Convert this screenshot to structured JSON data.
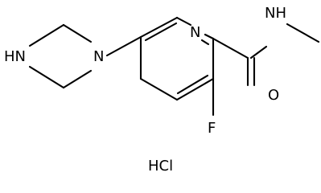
{
  "molecule": {
    "atoms": {
      "piperazine_nh": "HN",
      "piperazine_n": "N",
      "pyridine_n": "N",
      "amide_nh": "NH",
      "carbonyl_o": "O",
      "fluorine": "F"
    },
    "salt": "HCl"
  },
  "colors": {
    "bond": "#000000",
    "text": "#000000",
    "background": "#ffffff"
  }
}
